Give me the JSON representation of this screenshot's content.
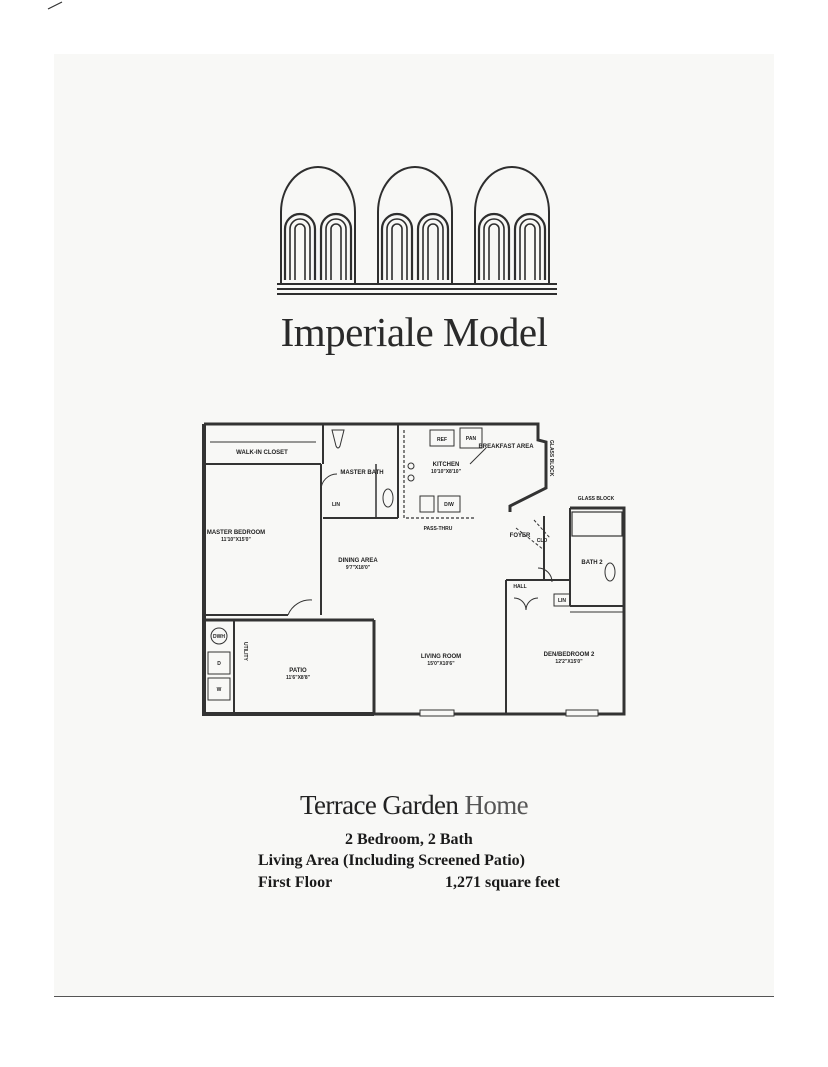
{
  "header": {
    "model_name": "Imperiale Model"
  },
  "floorplan": {
    "rooms": {
      "walk_in_closet": {
        "label": "WALK-IN CLOSET"
      },
      "master_bath": {
        "label": "MASTER BATH"
      },
      "master_bedroom": {
        "label": "MASTER BEDROOM",
        "dims": "11'10\"X15'0\""
      },
      "kitchen": {
        "label": "KITCHEN",
        "dims": "10'10\"X8'10\""
      },
      "breakfast_area": {
        "label": "BREAKFAST AREA"
      },
      "dining_area": {
        "label": "DINING AREA",
        "dims": "9'7\"X18'0\""
      },
      "foyer": {
        "label": "FOYER"
      },
      "living_room": {
        "label": "LIVING ROOM",
        "dims": "15'0\"X10'6\""
      },
      "bath_2": {
        "label": "BATH 2"
      },
      "den_bedroom_2": {
        "label": "DEN/BEDROOM 2",
        "dims": "12'2\"X15'0\""
      },
      "patio": {
        "label": "PATIO",
        "dims": "11'6\"X8'8\""
      }
    },
    "fixtures": {
      "pan": "PAN",
      "ref": "REF",
      "dw": "D/W",
      "lin_master": "LIN",
      "lin_hall": "LIN",
      "clo": "CLO",
      "hall": "HALL",
      "pass_thru": "PASS-THRU",
      "glass_block_top": "GLASS BLOCK",
      "glass_block_side": "GLASS BLOCK",
      "utility": "UTILITY",
      "wh": "DWH",
      "dryer": "D",
      "washer": "W"
    }
  },
  "footer": {
    "title_bold": "Terrace Garden",
    "title_light": "Home",
    "beds_baths": "2 Bedroom, 2 Bath",
    "living_area": "Living Area (Including Screened Patio)",
    "floor": "First Floor",
    "square_feet": "1,271 square feet"
  }
}
